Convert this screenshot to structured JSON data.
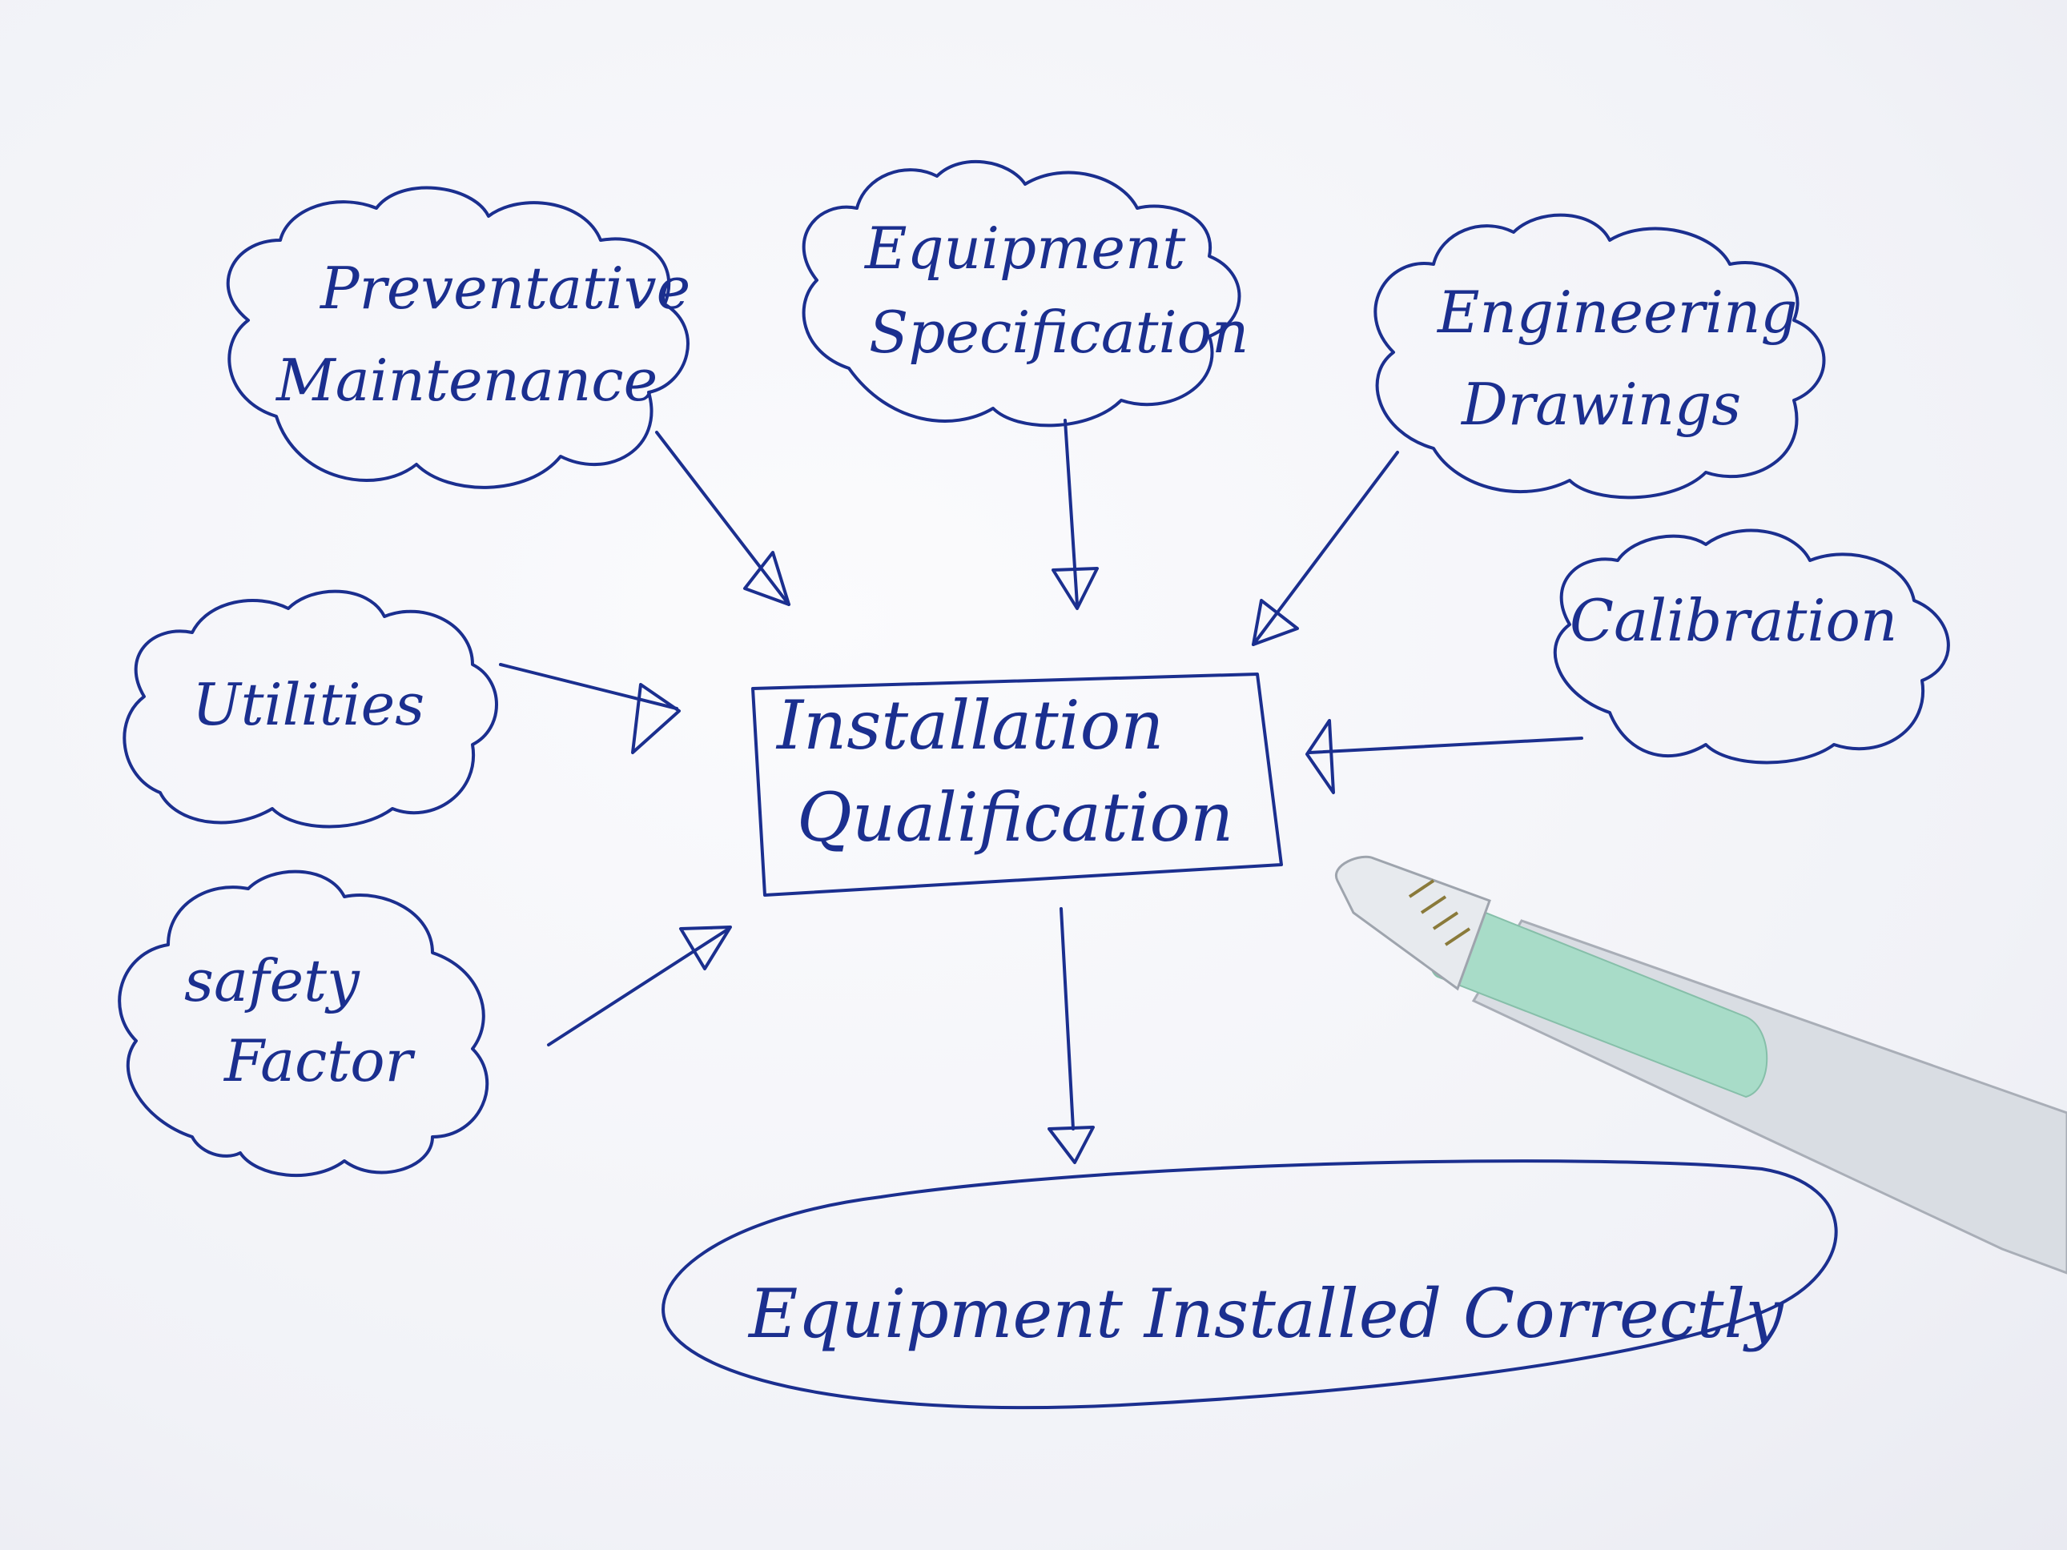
{
  "nodes": {
    "preventative_maintenance": {
      "line1": "Preventative",
      "line2": "Maintenance"
    },
    "equipment_specification": {
      "line1": "Equipment",
      "line2": "Specification"
    },
    "engineering_drawings": {
      "line1": "Engineering",
      "line2": "Drawings"
    },
    "utilities": {
      "line1": "Utilities"
    },
    "calibration": {
      "line1": "Calibration"
    },
    "safety_factor": {
      "line1": "safety",
      "line2": "Factor"
    },
    "installation_qualification": {
      "line1": "Installation",
      "line2": "Qualification"
    },
    "equipment_installed_correctly": {
      "line1": "Equipment Installed Correctly"
    }
  },
  "colors": {
    "ink": "#1b2f8f",
    "paper": "#f4f5f9",
    "pen_grip": "#a8dcc8"
  },
  "icons": {
    "pen": "ballpoint-pen-icon"
  }
}
